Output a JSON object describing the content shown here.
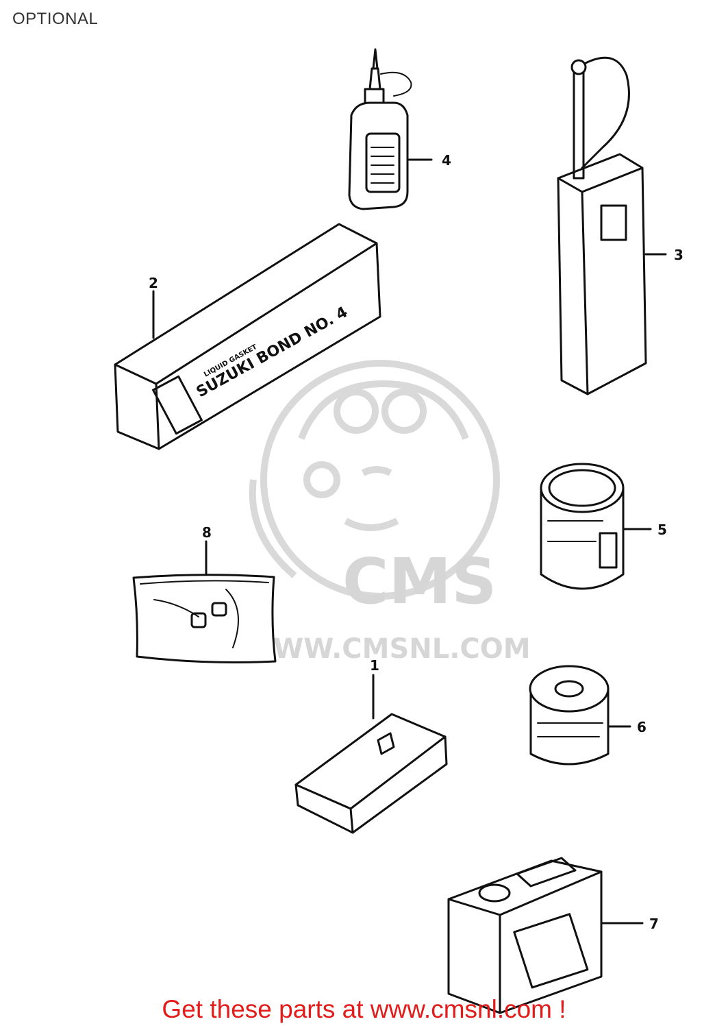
{
  "page": {
    "title": "OPTIONAL"
  },
  "callouts": [
    "1",
    "2",
    "3",
    "4",
    "5",
    "6",
    "7",
    "8"
  ],
  "package_text": {
    "item2_small": "LIQUID GASKET",
    "item2_main": "SUZUKI BOND NO. 4"
  },
  "watermark": {
    "brand": "CMS",
    "url": "WWW.CMSNL.COM"
  },
  "footer": {
    "text": "Get these parts at www.cmsnl.com !"
  },
  "colors": {
    "footer": "#e21b1b",
    "line": "#111111",
    "watermark": "#d9d9d9"
  }
}
